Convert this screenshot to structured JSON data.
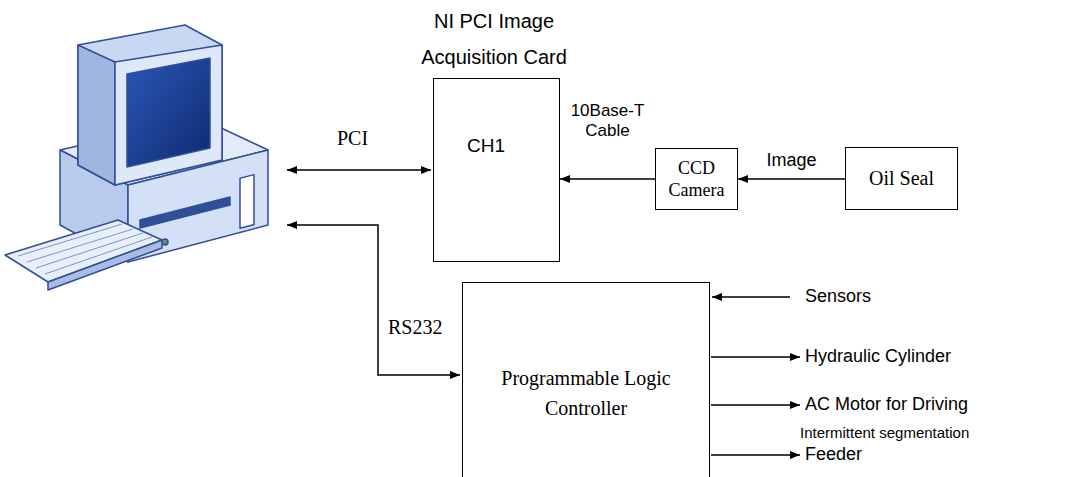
{
  "diagram": {
    "nodes": [
      {
        "text": [
          "NI PCI Image Acquisition Card",
          "CH1"
        ]
      },
      {
        "text": [
          "CCD Camera"
        ]
      },
      {
        "text": [
          "Oil Seal"
        ]
      },
      {
        "text": [
          "Programmable Logic Controller"
        ]
      }
    ],
    "edges": [
      {
        "from": 2,
        "to": 1,
        "arrow": "to",
        "label": "Image"
      },
      {
        "from": 1,
        "to": 0,
        "arrow": "to",
        "label": "10Base-T Cable"
      }
    ],
    "labels": [
      "PCI",
      "RS232",
      "Sensors",
      "Hydraulic Cylinder",
      "AC Motor for Driving",
      "Intermittent segmentation",
      "Feeder"
    ]
  }
}
